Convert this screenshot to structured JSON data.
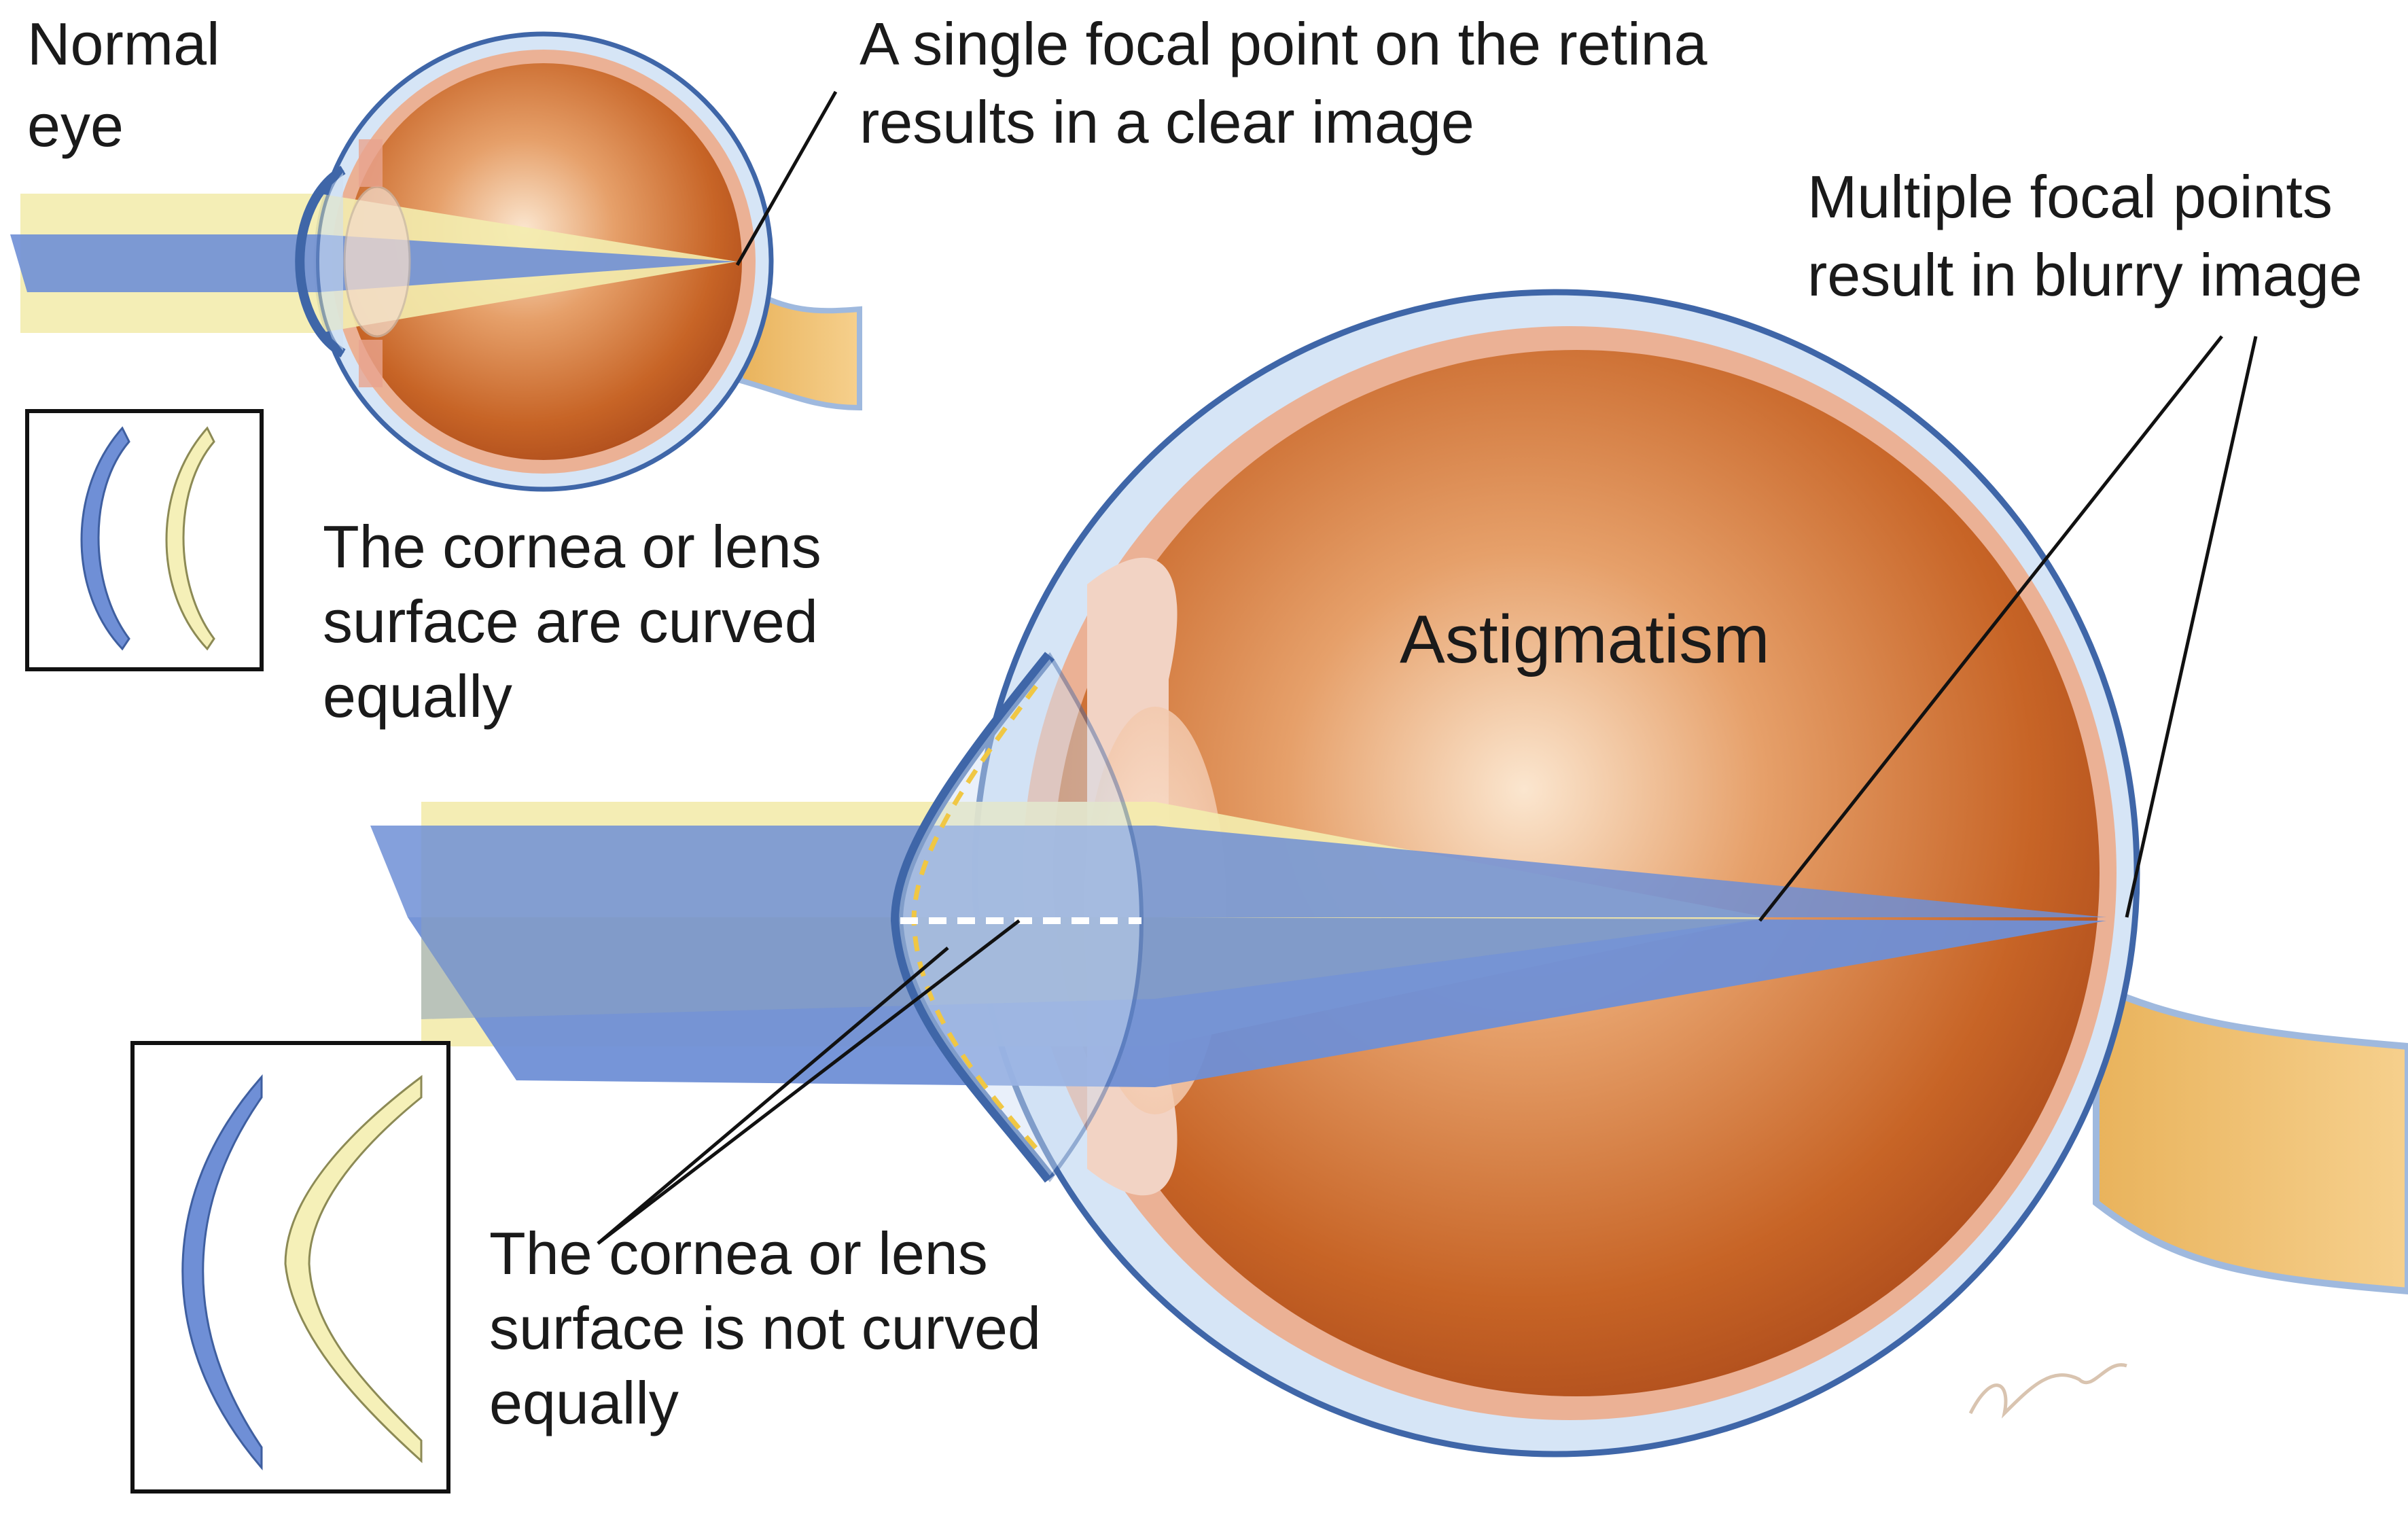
{
  "labels": {
    "normal_eye_line1": "Normal",
    "normal_eye_line2": "eye",
    "single_focal_line1": "A single focal point on the retina",
    "single_focal_line2": "results in a clear image",
    "multiple_focal_line1": "Multiple focal points",
    "multiple_focal_line2": "result in blurry image",
    "equal_curve_line1": "The cornea or lens",
    "equal_curve_line2": "surface are curved",
    "equal_curve_line3": "equally",
    "astigmatism": "Astigmatism",
    "unequal_curve_line1": "The cornea or lens",
    "unequal_curve_line2": "surface is not curved",
    "unequal_curve_line3": "equally"
  },
  "colors": {
    "light_ray_yellow": "#f3ecae",
    "light_ray_blue": "#6f8fd6",
    "sclera_blue": "#c9dcf2",
    "choroid_pink": "#e9a98a",
    "eyeball_orange": "#c96a2c",
    "optic_nerve": "#f0c070",
    "curve_blue": "#6f8fd6",
    "curve_yellow": "#f5f0b8"
  }
}
